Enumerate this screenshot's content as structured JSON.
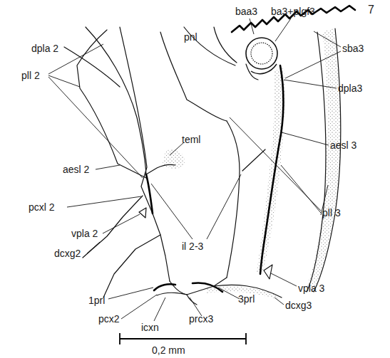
{
  "diagram": {
    "labels": [
      "7",
      "pnl",
      "baa3",
      "ba3+plgf3",
      "sba3",
      "dpla 2",
      "pll 2",
      "dpla3",
      "aesl 2",
      "teml",
      "aesl 3",
      "pcxl 2",
      "pll 3",
      "vpla 2",
      "il 2-3",
      "dcxg2",
      "vpla 3",
      "1prl",
      "pcx2",
      "icxn",
      "prcx3",
      "3prl",
      "dcxg3",
      "0,2 mm"
    ]
  }
}
